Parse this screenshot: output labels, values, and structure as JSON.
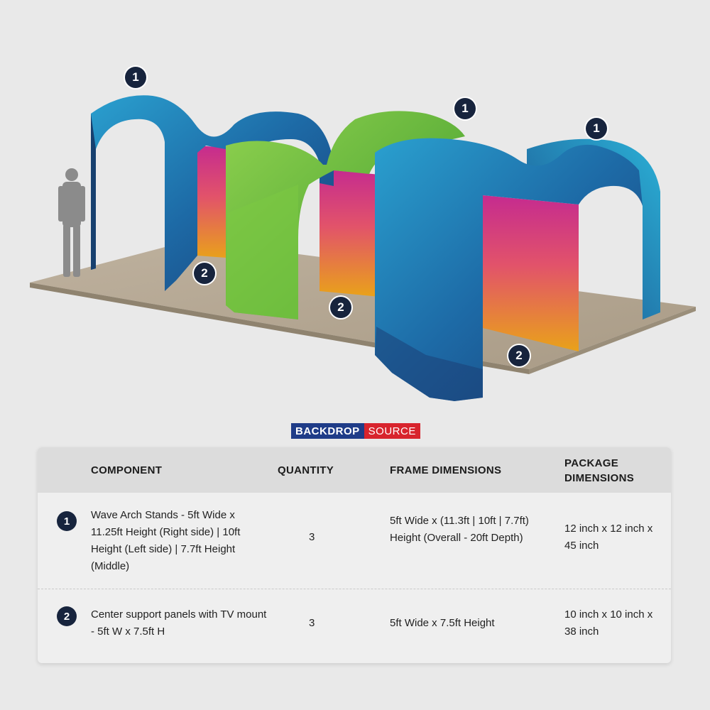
{
  "callouts": [
    "1",
    "1",
    "1",
    "2",
    "2",
    "2"
  ],
  "brand": {
    "part1": "BACKDROP",
    "part2": "SOURCE"
  },
  "table": {
    "headers": {
      "component": "COMPONENT",
      "quantity": "QUANTITY",
      "frame": "FRAME DIMENSIONS",
      "package": "PACKAGE DIMENSIONS"
    },
    "rows": [
      {
        "badge": "1",
        "component": "Wave Arch Stands - 5ft Wide x 11.25ft Height (Right side) | 10ft Height (Left side) | 7.7ft Height (Middle)",
        "quantity": "3",
        "frame": "5ft Wide x (11.3ft | 10ft | 7.7ft) Height (Overall - 20ft Depth)",
        "package": "12 inch x 12 inch x 45 inch"
      },
      {
        "badge": "2",
        "component": "Center support panels with TV mount - 5ft W x 7.5ft H",
        "quantity": "3",
        "frame": "5ft Wide x 7.5ft Height",
        "package": "10 inch x 10 inch x 38 inch"
      }
    ]
  },
  "colors": {
    "badge": "#17243d",
    "blue_arch": "#1f6fae",
    "green_arch": "#6dbd3c",
    "panel_top": "#c52b8f",
    "panel_bottom": "#e9a21a",
    "floor": "#b5a793",
    "brand_blue": "#1f3c88",
    "brand_red": "#d8242d"
  }
}
